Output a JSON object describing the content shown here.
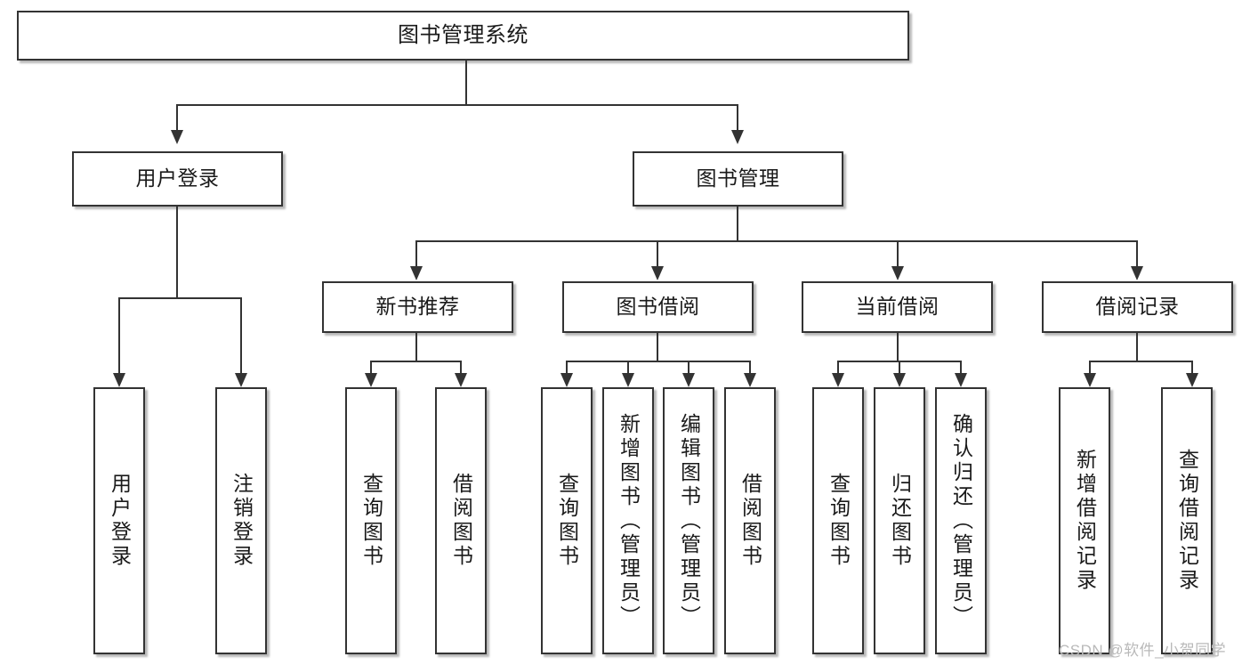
{
  "diagram": {
    "title": "图书管理系统",
    "type": "tree-hierarchy",
    "root": {
      "label": "图书管理系统"
    },
    "level2": [
      {
        "label": "用户登录"
      },
      {
        "label": "图书管理"
      }
    ],
    "level3": [
      {
        "label": "新书推荐"
      },
      {
        "label": "图书借阅"
      },
      {
        "label": "当前借阅"
      },
      {
        "label": "借阅记录"
      }
    ],
    "leaves": {
      "user_login": [
        {
          "label": "用户登录"
        },
        {
          "label": "注销登录"
        }
      ],
      "new_book_recommend": [
        {
          "label": "查询图书"
        },
        {
          "label": "借阅图书"
        }
      ],
      "book_borrow": [
        {
          "label": "查询图书"
        },
        {
          "label": "新增图书（管理员）"
        },
        {
          "label": "编辑图书（管理员）"
        },
        {
          "label": "借阅图书"
        }
      ],
      "current_borrow": [
        {
          "label": "查询图书"
        },
        {
          "label": "归还图书"
        },
        {
          "label": "确认归还（管理员）"
        }
      ],
      "borrow_record": [
        {
          "label": "新增借阅记录"
        },
        {
          "label": "查询借阅记录"
        }
      ]
    }
  },
  "watermark": {
    "text": "CSDN @软件_小贺同学"
  },
  "colors": {
    "box_border": "#333333",
    "box_fill": "#ffffff",
    "connector": "#333333",
    "text": "#1a1a1a",
    "watermark": "#b9b9b9"
  }
}
